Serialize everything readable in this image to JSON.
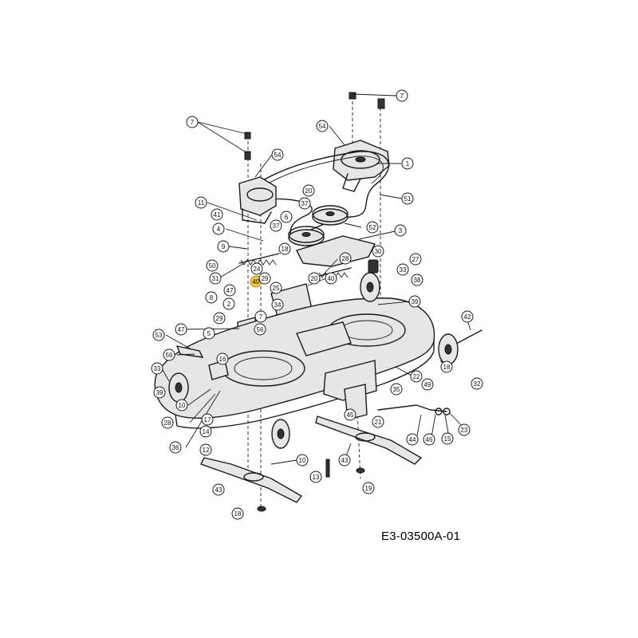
{
  "drawing_code": "E3-03500A-01",
  "highlight_color": "#f3c24a",
  "callouts": [
    {
      "label": "7"
    },
    {
      "label": "7"
    },
    {
      "label": "54"
    },
    {
      "label": "54"
    },
    {
      "label": "1"
    },
    {
      "label": "51"
    },
    {
      "label": "11"
    },
    {
      "label": "20"
    },
    {
      "label": "37"
    },
    {
      "label": "41"
    },
    {
      "label": "6"
    },
    {
      "label": "37"
    },
    {
      "label": "52"
    },
    {
      "label": "4"
    },
    {
      "label": "3"
    },
    {
      "label": "9"
    },
    {
      "label": "18"
    },
    {
      "label": "28"
    },
    {
      "label": "30"
    },
    {
      "label": "40"
    },
    {
      "label": "50"
    },
    {
      "label": "24"
    },
    {
      "label": "27"
    },
    {
      "label": "33"
    },
    {
      "label": "31"
    },
    {
      "label": "40"
    },
    {
      "label": "29"
    },
    {
      "label": "20"
    },
    {
      "label": "38"
    },
    {
      "label": "47"
    },
    {
      "label": "25"
    },
    {
      "label": "39"
    },
    {
      "label": "8"
    },
    {
      "label": "2"
    },
    {
      "label": "34"
    },
    {
      "label": "7"
    },
    {
      "label": "29"
    },
    {
      "label": "56"
    },
    {
      "label": "42"
    },
    {
      "label": "47"
    },
    {
      "label": "53"
    },
    {
      "label": "5"
    },
    {
      "label": "56"
    },
    {
      "label": "16"
    },
    {
      "label": "33"
    },
    {
      "label": "22"
    },
    {
      "label": "10"
    },
    {
      "label": "49"
    },
    {
      "label": "35"
    },
    {
      "label": "18"
    },
    {
      "label": "32"
    },
    {
      "label": "39"
    },
    {
      "label": "28"
    },
    {
      "label": "17"
    },
    {
      "label": "45"
    },
    {
      "label": "21"
    },
    {
      "label": "14"
    },
    {
      "label": "36"
    },
    {
      "label": "12"
    },
    {
      "label": "44"
    },
    {
      "label": "46"
    },
    {
      "label": "15"
    },
    {
      "label": "23"
    },
    {
      "label": "10"
    },
    {
      "label": "43"
    },
    {
      "label": "13"
    },
    {
      "label": "43"
    },
    {
      "label": "19"
    },
    {
      "label": "18"
    }
  ]
}
